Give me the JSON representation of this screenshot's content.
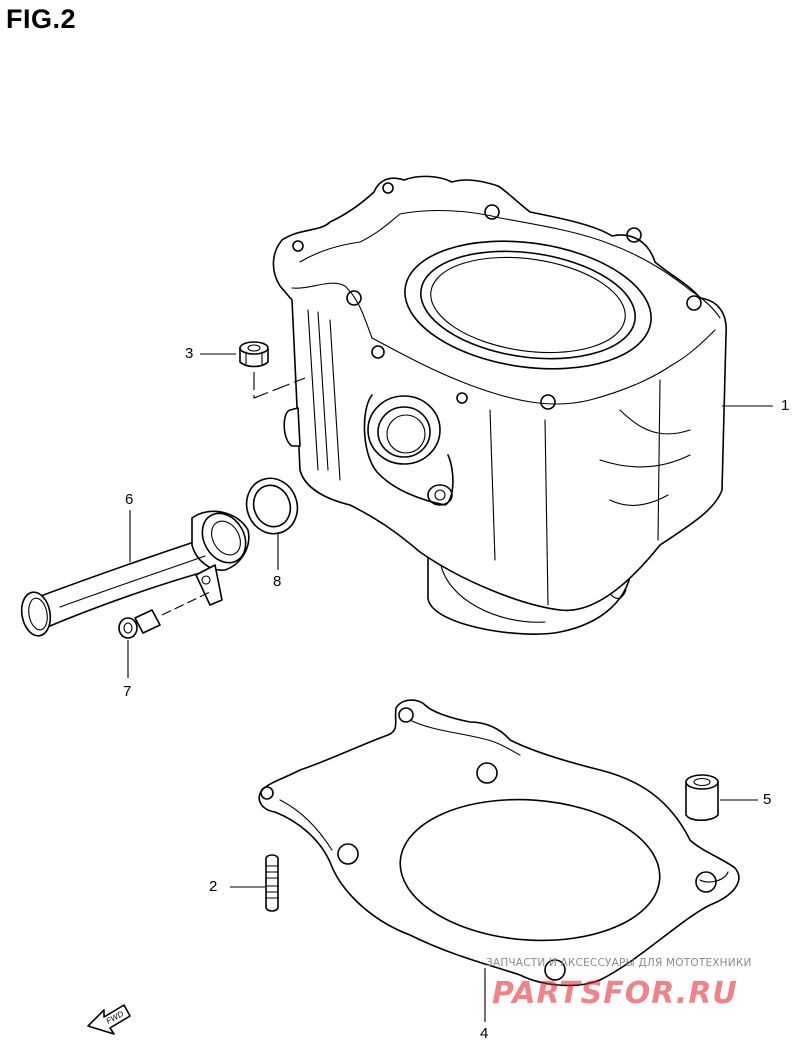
{
  "figure": {
    "title": "FIG.2"
  },
  "callouts": [
    {
      "id": "1",
      "label": "1"
    },
    {
      "id": "2",
      "label": "2"
    },
    {
      "id": "3",
      "label": "3"
    },
    {
      "id": "4",
      "label": "4"
    },
    {
      "id": "5",
      "label": "5"
    },
    {
      "id": "6",
      "label": "6"
    },
    {
      "id": "7",
      "label": "7"
    },
    {
      "id": "8",
      "label": "8"
    }
  ],
  "fwd_arrow": {
    "label": "FWD"
  },
  "watermark": {
    "caption": "ЗАПЧАСТИ И АКСЕССУАРЫ ДЛЯ МОТОТЕХНИКИ",
    "logo": "PARTSFOR.RU",
    "logo_color": "#e31e24"
  },
  "colors": {
    "line": "#000000",
    "background": "#ffffff"
  }
}
